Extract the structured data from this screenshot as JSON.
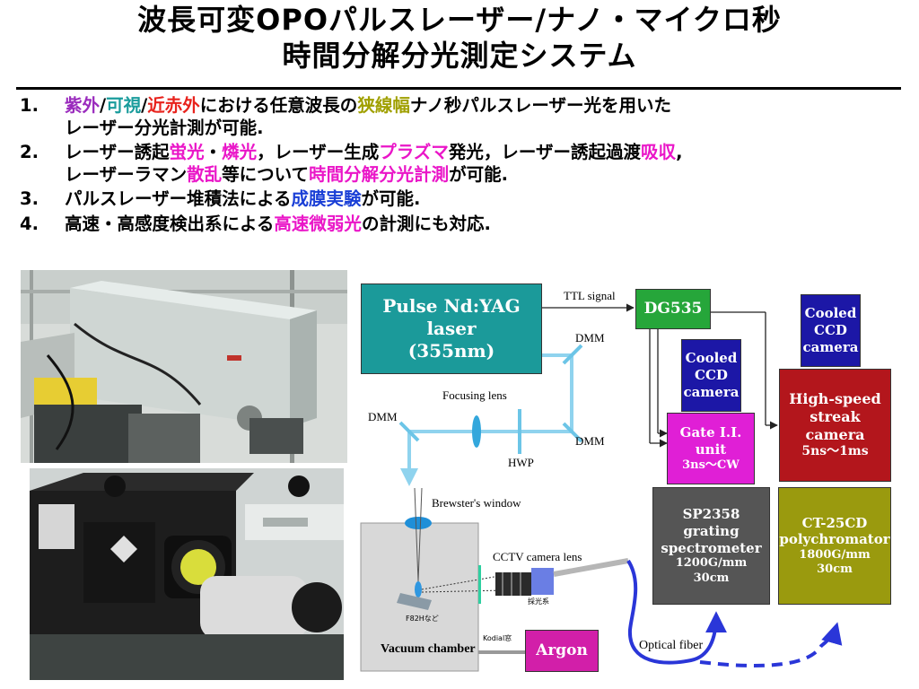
{
  "title": {
    "line1": "波長可変OPOパルスレーザー/ナノ・マイクロ秒",
    "line2": "時間分解分光測定システム"
  },
  "bullets": {
    "b1": {
      "num": "1.",
      "s1": "紫外",
      "sep1": "/",
      "s2": "可視",
      "sep2": "/",
      "s3": "近赤外",
      "s4": "における任意波長の",
      "s5": "狭線幅",
      "s6": "ナノ秒パルスレーザー光を用いた",
      "s7": "レーザー分光計測が可能."
    },
    "b2": {
      "num": "2.",
      "s1": "レーザー誘起",
      "s2": "蛍光",
      "s3": "・",
      "s4": "燐光",
      "s5": "，レーザー生成",
      "s6": "プラズマ",
      "s7": "発光，レーザー誘起過渡",
      "s8": "吸収",
      "s9": ",",
      "s10": "レーザーラマン",
      "s11": "散乱",
      "s12": "等について",
      "s13": "時間分解分光計測",
      "s14": "が可能."
    },
    "b3": {
      "num": "3.",
      "s1": "パルスレーザー堆積法による",
      "s2": "成膜実験",
      "s3": "が可能."
    },
    "b4": {
      "num": "4.",
      "s1": "高速・高感度検出系による",
      "s2": "高速微弱光",
      "s3": "の計測にも対応."
    }
  },
  "diagram": {
    "laser": {
      "line1": "Pulse Nd:YAG laser",
      "line2": "(355nm)"
    },
    "ttl": "TTL signal",
    "dg535": "DG535",
    "cooled_ccd_1": {
      "l1": "Cooled",
      "l2": "CCD",
      "l3": "camera"
    },
    "cooled_ccd_2": {
      "l1": "Cooled",
      "l2": "CCD",
      "l3": "camera"
    },
    "streak": {
      "l1": "High-speed",
      "l2": "streak camera",
      "l3": "5ns〜1ms"
    },
    "gate": {
      "l1": "Gate I.I. unit",
      "l2": "3ns〜CW"
    },
    "sp2358": {
      "l1": "SP2358",
      "l2": "grating",
      "l3": "spectrometer",
      "l4": "1200G/mm",
      "l5": "30cm"
    },
    "ct25cd": {
      "l1": "CT-25CD",
      "l2": "polychromator",
      "l3": "1800G/mm",
      "l4": "30cm"
    },
    "argon": "Argon",
    "dmm_top": "DMM",
    "dmm_right": "DMM",
    "dmm_left": "DMM",
    "focusing_lens": "Focusing lens",
    "hwp": "HWP",
    "brewster": "Brewster's window",
    "cctv": "CCTV camera lens",
    "f82h": "F82Hなど",
    "collect": "採光系",
    "kodial": "Kodial窓",
    "vacuum": "Vacuum chamber",
    "fiber": "Optical fiber"
  },
  "colors": {
    "laser": "#1b9a9a",
    "dg535": "#26a63a",
    "ccd": "#1c17a6",
    "streak": "#b3161c",
    "gate": "#e01fd6",
    "spectro": "#555555",
    "poly": "#9a9a0e",
    "argon": "#d21fa9",
    "beam": "#8fd3ee",
    "fiber": "#2a36d8"
  }
}
